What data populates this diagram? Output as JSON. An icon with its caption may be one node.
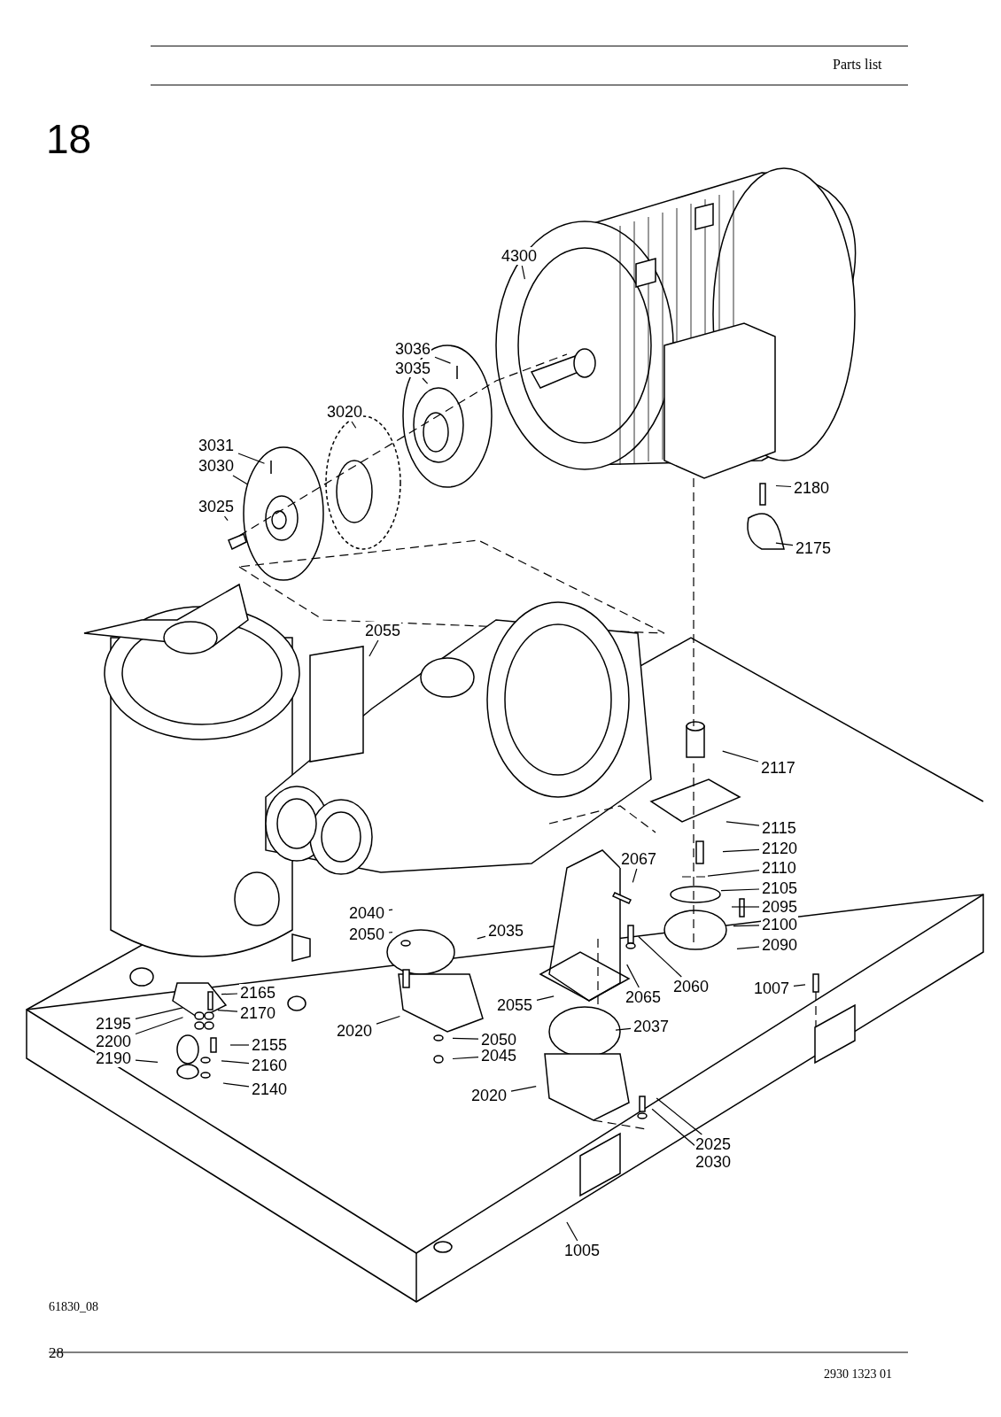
{
  "diagram": {
    "nodes": [
      {
        "text": [
          "4300"
        ]
      },
      {
        "text": [
          "3036"
        ]
      },
      {
        "text": [
          "3035"
        ]
      },
      {
        "text": [
          "3020"
        ]
      },
      {
        "text": [
          "3031"
        ]
      },
      {
        "text": [
          "3030"
        ]
      },
      {
        "text": [
          "3025"
        ]
      },
      {
        "text": [
          "2180"
        ]
      },
      {
        "text": [
          "2175"
        ]
      },
      {
        "text": [
          "2055"
        ]
      },
      {
        "text": [
          "2117"
        ]
      },
      {
        "text": [
          "2115"
        ]
      },
      {
        "text": [
          "2120"
        ]
      },
      {
        "text": [
          "2110"
        ]
      },
      {
        "text": [
          "2105"
        ]
      },
      {
        "text": [
          "2095"
        ]
      },
      {
        "text": [
          "2100"
        ]
      },
      {
        "text": [
          "2090"
        ]
      },
      {
        "text": [
          "2067"
        ]
      },
      {
        "text": [
          "2040"
        ]
      },
      {
        "text": [
          "2050"
        ]
      },
      {
        "text": [
          "2035"
        ]
      },
      {
        "text": [
          "2060"
        ]
      },
      {
        "text": [
          "2065"
        ]
      },
      {
        "text": [
          "1007"
        ]
      },
      {
        "text": [
          "2165"
        ]
      },
      {
        "text": [
          "2170"
        ]
      },
      {
        "text": [
          "2195"
        ]
      },
      {
        "text": [
          "2200"
        ]
      },
      {
        "text": [
          "2190"
        ]
      },
      {
        "text": [
          "2155"
        ]
      },
      {
        "text": [
          "2160"
        ]
      },
      {
        "text": [
          "2140"
        ]
      },
      {
        "text": [
          "2055"
        ]
      },
      {
        "text": [
          "2037"
        ]
      },
      {
        "text": [
          "2020"
        ]
      },
      {
        "text": [
          "2050"
        ]
      },
      {
        "text": [
          "2045"
        ]
      },
      {
        "text": [
          "2020"
        ]
      },
      {
        "text": [
          "2025"
        ]
      },
      {
        "text": [
          "2030"
        ]
      },
      {
        "text": [
          "1005"
        ]
      }
    ],
    "edges": [
      {
        "from": 0,
        "to": null,
        "arrow": "none"
      },
      {
        "from": 1,
        "to": null,
        "arrow": "none"
      },
      {
        "from": 2,
        "to": null,
        "arrow": "none"
      },
      {
        "from": 3,
        "to": null,
        "arrow": "none"
      },
      {
        "from": 4,
        "to": null,
        "arrow": "none"
      },
      {
        "from": 5,
        "to": null,
        "arrow": "none"
      },
      {
        "from": 6,
        "to": null,
        "arrow": "none"
      },
      {
        "from": 7,
        "to": null,
        "arrow": "none"
      },
      {
        "from": 8,
        "to": null,
        "arrow": "none"
      },
      {
        "from": 9,
        "to": null,
        "arrow": "none"
      },
      {
        "from": 10,
        "to": null,
        "arrow": "none"
      },
      {
        "from": 11,
        "to": null,
        "arrow": "none"
      },
      {
        "from": 12,
        "to": null,
        "arrow": "none"
      },
      {
        "from": 13,
        "to": null,
        "arrow": "none"
      },
      {
        "from": 14,
        "to": null,
        "arrow": "none"
      },
      {
        "from": 15,
        "to": null,
        "arrow": "none"
      },
      {
        "from": 16,
        "to": null,
        "arrow": "none"
      },
      {
        "from": 17,
        "to": null,
        "arrow": "none"
      },
      {
        "from": 18,
        "to": null,
        "arrow": "none"
      },
      {
        "from": 19,
        "to": null,
        "arrow": "none"
      },
      {
        "from": 20,
        "to": null,
        "arrow": "none"
      },
      {
        "from": 21,
        "to": null,
        "arrow": "none"
      },
      {
        "from": 22,
        "to": null,
        "arrow": "none"
      },
      {
        "from": 23,
        "to": null,
        "arrow": "none"
      },
      {
        "from": 24,
        "to": null,
        "arrow": "none"
      },
      {
        "from": 25,
        "to": null,
        "arrow": "none"
      },
      {
        "from": 26,
        "to": null,
        "arrow": "none"
      },
      {
        "from": 27,
        "to": null,
        "arrow": "none"
      },
      {
        "from": 28,
        "to": null,
        "arrow": "none"
      },
      {
        "from": 29,
        "to": null,
        "arrow": "none"
      },
      {
        "from": 30,
        "to": null,
        "arrow": "none"
      },
      {
        "from": 31,
        "to": null,
        "arrow": "none"
      },
      {
        "from": 32,
        "to": null,
        "arrow": "none"
      },
      {
        "from": 33,
        "to": null,
        "arrow": "none"
      },
      {
        "from": 34,
        "to": null,
        "arrow": "none"
      },
      {
        "from": 35,
        "to": null,
        "arrow": "none"
      },
      {
        "from": 36,
        "to": null,
        "arrow": "none"
      },
      {
        "from": 37,
        "to": null,
        "arrow": "none"
      },
      {
        "from": 38,
        "to": null,
        "arrow": "none"
      },
      {
        "from": 39,
        "to": null,
        "arrow": "none"
      },
      {
        "from": 40,
        "to": null,
        "arrow": "none"
      },
      {
        "from": 41,
        "to": null,
        "arrow": "none"
      }
    ],
    "labels": [
      "Parts list",
      "18",
      "61830_08",
      "28",
      "2930 1323 01"
    ]
  }
}
